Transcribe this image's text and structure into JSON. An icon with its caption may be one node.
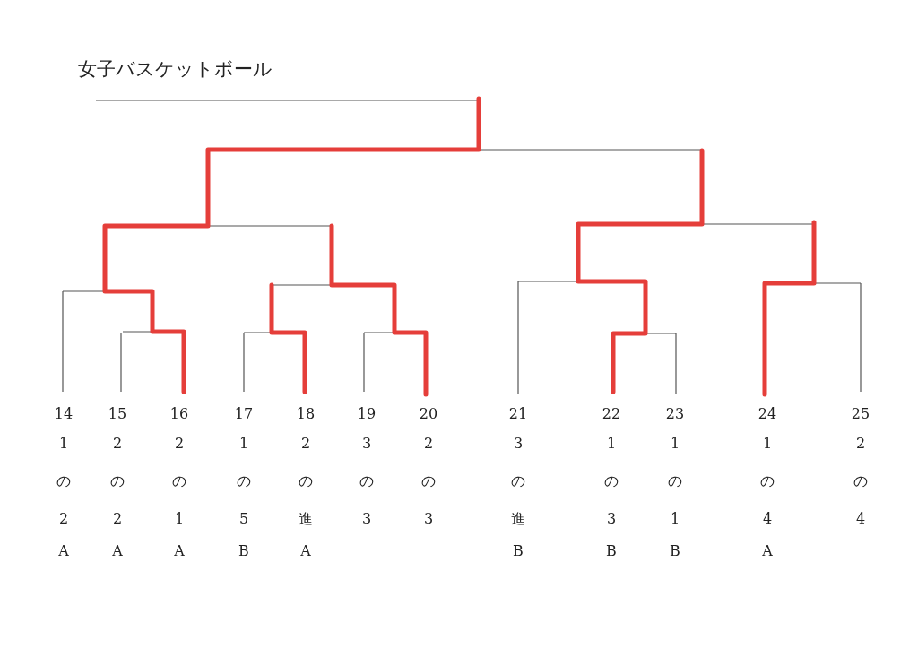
{
  "diagram": {
    "title": "女子バスケットボール",
    "nodes": [
      {
        "text": [
          "14",
          "1の2",
          "A"
        ]
      },
      {
        "text": [
          "15",
          "2の2",
          "A"
        ]
      },
      {
        "text": [
          "16",
          "2の1",
          "A"
        ]
      },
      {
        "text": [
          "17",
          "1の5",
          "B"
        ]
      },
      {
        "text": [
          "18",
          "2の進",
          "A"
        ]
      },
      {
        "text": [
          "19",
          "3の3"
        ]
      },
      {
        "text": [
          "20",
          "2の3"
        ]
      },
      {
        "text": [
          "21",
          "3の進",
          "B"
        ]
      },
      {
        "text": [
          "22",
          "1の3",
          "B"
        ]
      },
      {
        "text": [
          "23",
          "1の1",
          "B"
        ]
      },
      {
        "text": [
          "24",
          "1の4",
          "A"
        ]
      },
      {
        "text": [
          "25",
          "2の4"
        ]
      }
    ]
  }
}
